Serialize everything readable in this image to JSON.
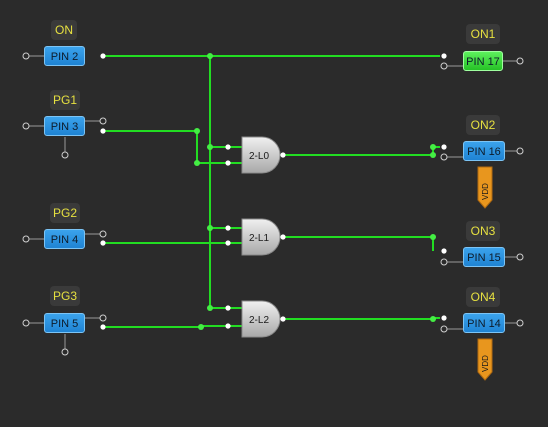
{
  "tags": {
    "on": "ON",
    "pg1": "PG1",
    "pg2": "PG2",
    "pg3": "PG3",
    "on1": "ON1",
    "on2": "ON2",
    "on3": "ON3",
    "on4": "ON4"
  },
  "pins": {
    "pin2": "PIN 2",
    "pin3": "PIN 3",
    "pin4": "PIN 4",
    "pin5": "PIN 5",
    "pin17": "PIN 17",
    "pin16": "PIN 16",
    "pin15": "PIN 15",
    "pin14": "PIN 14"
  },
  "gates": {
    "g0": "2-L0",
    "g1": "2-L1",
    "g2": "2-L2"
  },
  "vdd": {
    "label": "VDD"
  },
  "colors": {
    "wire": "#22dd22",
    "node": "#44ee44",
    "pin": "#2a92e0",
    "pin_active": "#3ee03e",
    "tag_text": "#e6e040",
    "gate": "#d0d0d0",
    "vdd": "#e8961e"
  }
}
